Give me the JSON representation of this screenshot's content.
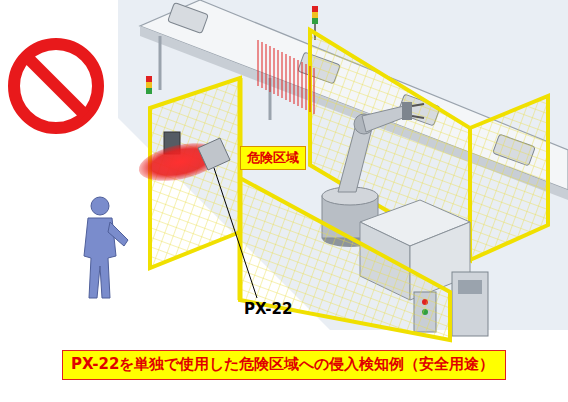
{
  "diagram": {
    "caption": "PX-22を単独で使用した危険区域への侵入検知例（安全用途）",
    "nodes": [
      {
        "text": [
          "危険区域"
        ]
      }
    ],
    "labels": [
      "PX-22"
    ]
  }
}
